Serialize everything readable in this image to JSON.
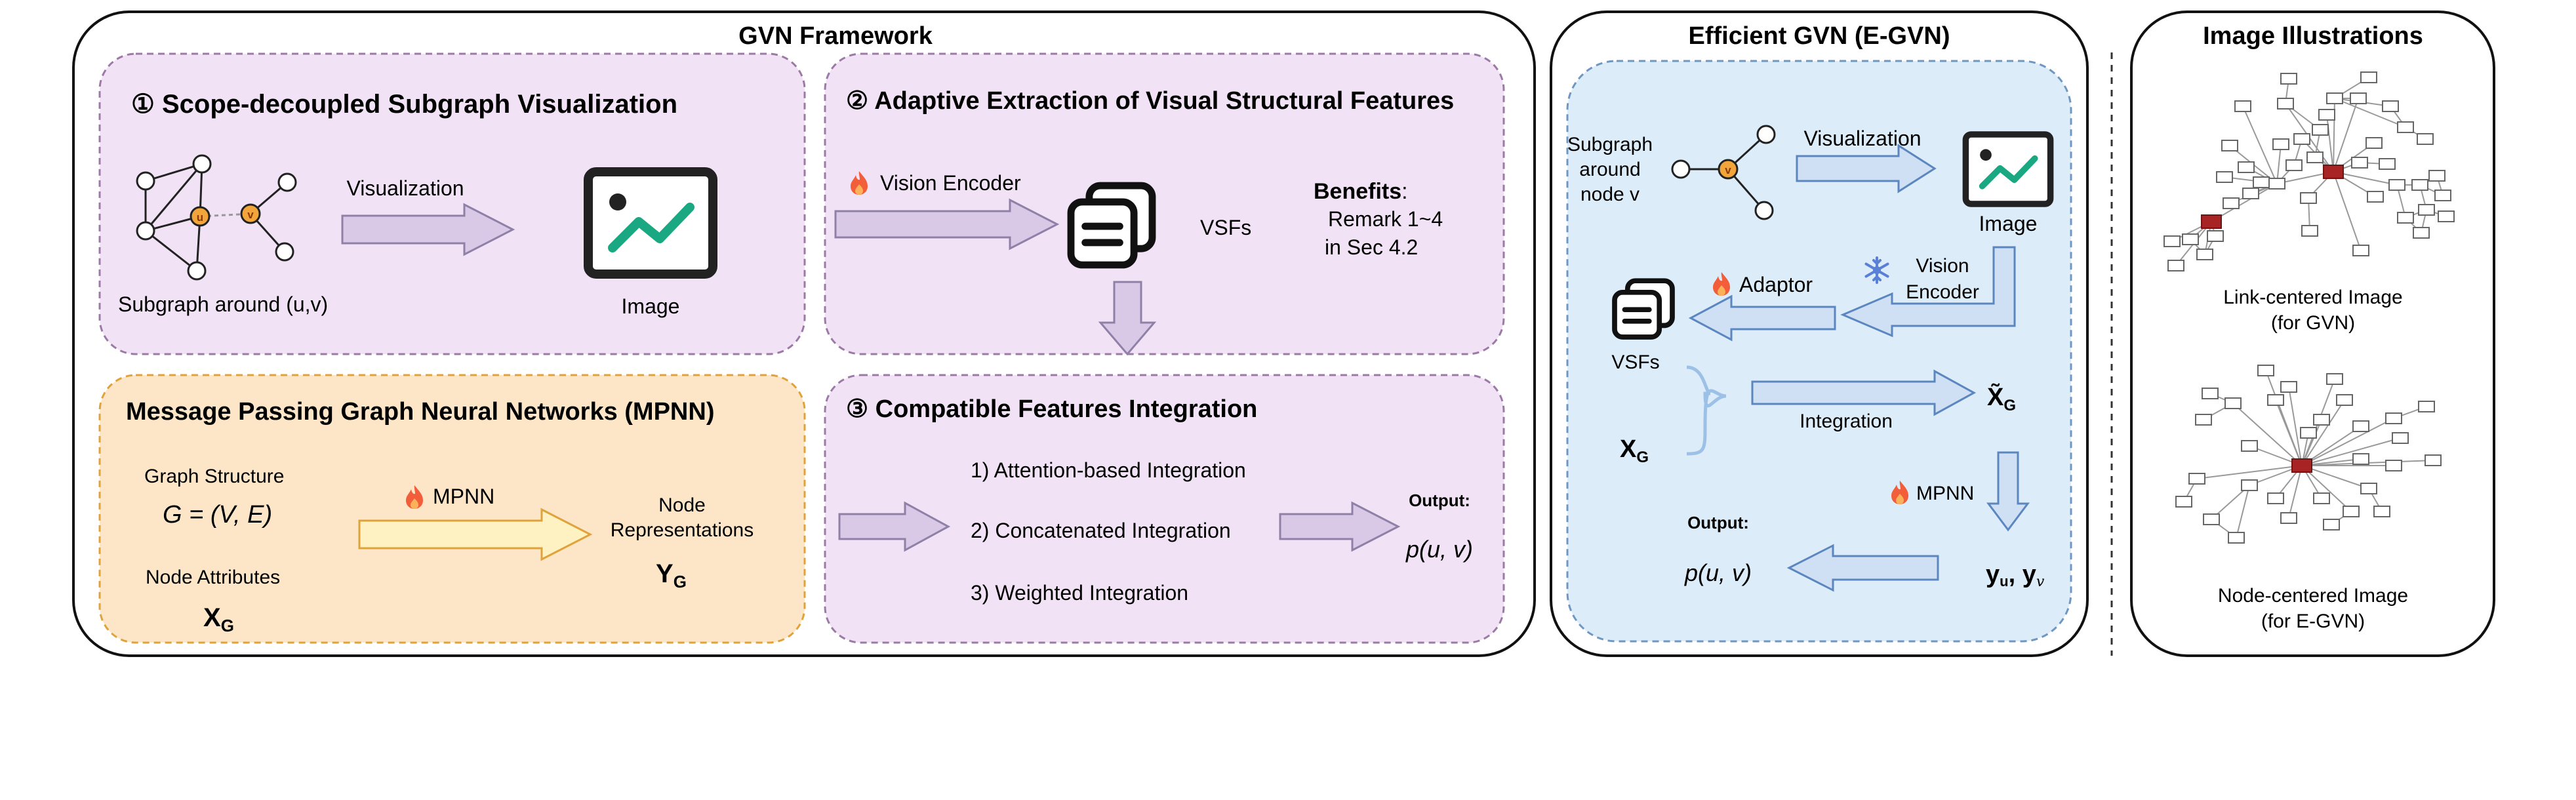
{
  "colors": {
    "panel_stroke": "#111111",
    "purple_fill": "#f1e3f5",
    "purple_stroke": "#9b7aa6",
    "purple_arrow_fill": "#d9c8e6",
    "purple_arrow_stroke": "#8f80a8",
    "orange_fill": "#fde6c8",
    "orange_stroke": "#e0a23a",
    "orange_arrow_fill": "#fff2c2",
    "orange_arrow_stroke": "#e0a23a",
    "blue_fill": "#dcecf9",
    "blue_stroke": "#6f97c2",
    "blue_arrow_fill": "#cfe0f5",
    "blue_arrow_stroke": "#5b86c0",
    "icon_green": "#1aa882",
    "node_orange": "#f2a53a",
    "highlight_red": "#a82323",
    "fire": "#f25d3a",
    "snow": "#5a7fd6"
  },
  "gvn_framework": {
    "title": "GVN Framework",
    "step1": {
      "title": "① Scope-decoupled Subgraph Visualization",
      "arrow_label": "Visualization",
      "graph_caption": "Subgraph around (u,v)",
      "node_u": "u",
      "node_v": "v",
      "image_caption": "Image",
      "image_icon": "image-chart-icon"
    },
    "step2": {
      "title": "② Adaptive Extraction of Visual Structural Features",
      "encoder_label": "Vision Encoder",
      "encoder_icon": "fire-icon",
      "vsfs_label": "VSFs",
      "vsfs_icon": "stacked-documents-icon",
      "benefits_title": "Benefits",
      "benefits_colon": ":",
      "benefits_line1": "Remark 1~4",
      "benefits_line2": "in Sec 4.2"
    },
    "mpnn": {
      "title": "Message Passing Graph Neural Networks (MPNN)",
      "graph_structure_label": "Graph Structure",
      "graph_structure_math": "G = (V, E)",
      "node_attributes_label": "Node Attributes",
      "node_attributes_math": "X",
      "node_attributes_sub": "G",
      "arrow_label": "MPNN",
      "arrow_icon": "fire-icon",
      "node_repr_line1": "Node",
      "node_repr_line2": "Representations",
      "node_repr_math": "Y",
      "node_repr_sub": "G"
    },
    "step3": {
      "title": "③ Compatible Features Integration",
      "options": [
        "1) Attention-based Integration",
        "2) Concatenated Integration",
        "3) Weighted Integration"
      ],
      "output_label": "Output:",
      "output_math": "p(u, v)"
    }
  },
  "egvn": {
    "title": "Efficient GVN (E-GVN)",
    "subgraph_line1": "Subgraph",
    "subgraph_line2": "around",
    "subgraph_line3": "node v",
    "node_v": "v",
    "visualization_label": "Visualization",
    "image_caption": "Image",
    "vision_label_line1": "Vision",
    "vision_label_line2": "Encoder",
    "vision_icon": "snowflake-icon",
    "adaptor_label": "Adaptor",
    "adaptor_icon": "fire-icon",
    "vsfs_label": "VSFs",
    "xg_math": "X",
    "xg_sub": "G",
    "integration_label": "Integration",
    "xg_tilde_math": "X̃",
    "xg_tilde_sub": "G",
    "mpnn_label": "MPNN",
    "mpnn_icon": "fire-icon",
    "y_math": "y",
    "y_sub_u": "u",
    "y_sep": ", y",
    "y_sub_v": "v",
    "output_label": "Output:",
    "output_math": "p(u, v)"
  },
  "illustrations": {
    "title": "Image Illustrations",
    "link_caption_line1": "Link-centered Image",
    "link_caption_line2": "(for GVN)",
    "node_caption_line1": "Node-centered Image",
    "node_caption_line2": "(for E-GVN)"
  }
}
